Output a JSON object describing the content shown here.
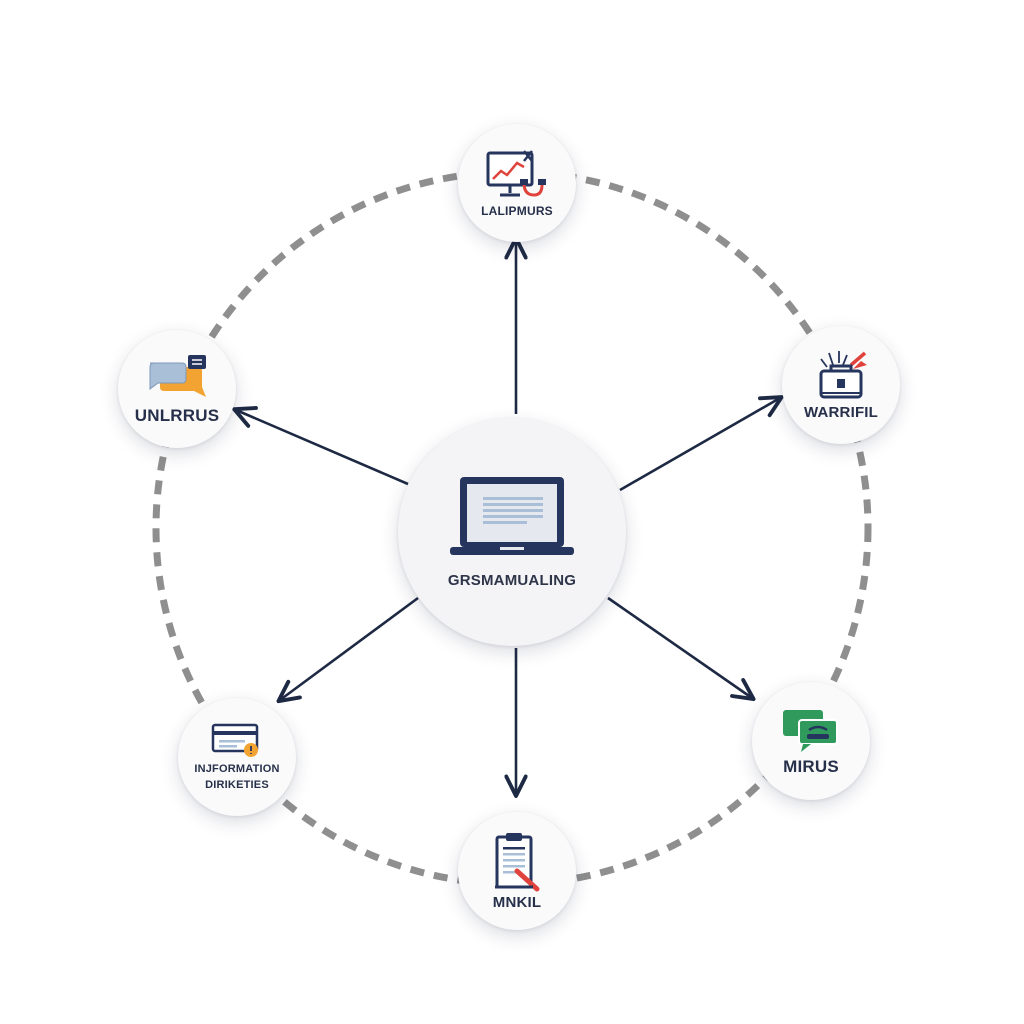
{
  "diagram": {
    "center": {
      "label": "GRSMAMUALING",
      "icon": "laptop-icon"
    },
    "nodes": [
      {
        "id": "top",
        "label": "LALIPMURS",
        "icon": "monitor-chart-icon"
      },
      {
        "id": "upleft",
        "label": "UNLRRUS",
        "icon": "chat-bubbles-icon"
      },
      {
        "id": "upright",
        "label": "WARRIFIL",
        "icon": "toolbox-icon"
      },
      {
        "id": "lowleft",
        "label_line1": "INJFORMATION",
        "label_line2": "DIRIKETIES",
        "icon": "id-card-icon"
      },
      {
        "id": "lowright",
        "label": "MIRUS",
        "icon": "green-chat-icon"
      },
      {
        "id": "bottom",
        "label": "MNKIL",
        "icon": "clipboard-icon"
      }
    ],
    "colors": {
      "arrow": "#1e2a44",
      "ring": "#8f8f8f",
      "navy": "#26355e",
      "orange": "#f2a331",
      "green": "#2f9a5c",
      "red": "#e0433c",
      "blue": "#2d4fa8",
      "light_blue": "#a9bfd8"
    }
  }
}
